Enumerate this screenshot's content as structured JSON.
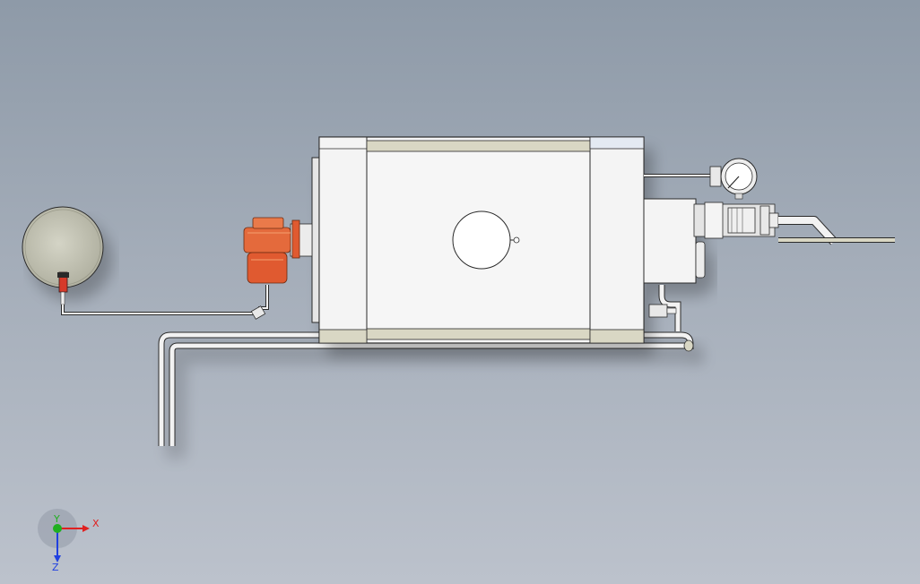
{
  "triad": {
    "x_label": "X",
    "y_label": "Y",
    "z_label": "Z"
  },
  "colors": {
    "background_top": "#8e9aa8",
    "background_bottom": "#bcc2cc",
    "body": "#f6f6f6",
    "band": "#d9d7c4",
    "outline": "#2a2a2a",
    "pipe": "#f2f2f2",
    "burner_orange": "#e05a30",
    "valve_red": "#d63a2a",
    "tank": "#c8c8b8",
    "axis_x": "#e02020",
    "axis_y": "#20b020",
    "axis_z": "#2040e0"
  }
}
